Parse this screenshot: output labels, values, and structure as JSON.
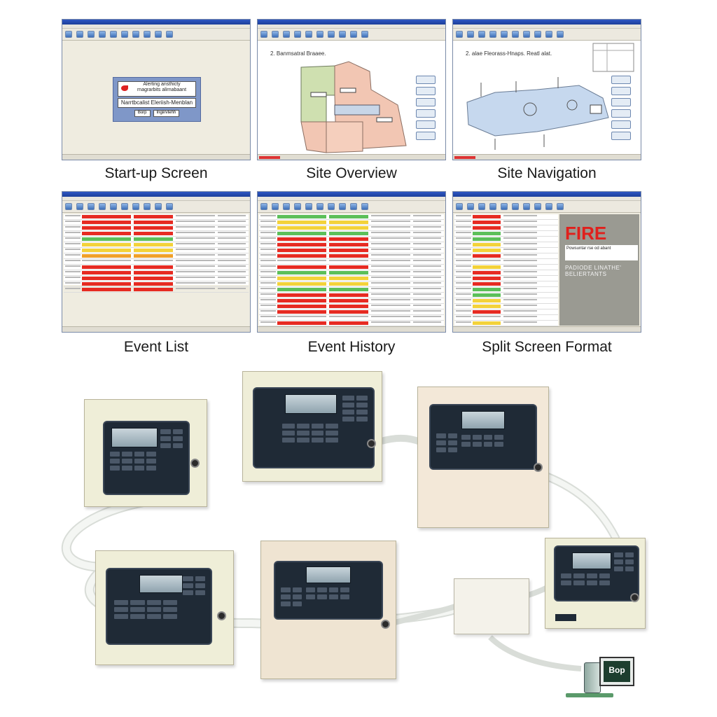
{
  "screens": [
    {
      "key": "startup",
      "caption": "Start-up Screen",
      "dialog_title": "Alerting ansthicty",
      "dialog_subtitle": "rnagrarbits alirnabaant",
      "dialog_main": "Narrtbcalist Eleriish-Menblan",
      "dialog_buttons": [
        "Borp",
        "Ingiirvtehh"
      ]
    },
    {
      "key": "overview",
      "caption": "Site Overview",
      "map_title": "2. Banmsatral Braaee."
    },
    {
      "key": "navigation",
      "caption": "Site Navigation",
      "map_title": "2. alae Fleorass-Hnaps. Reatl alat."
    },
    {
      "key": "events",
      "caption": "Event List"
    },
    {
      "key": "history",
      "caption": "Event History"
    },
    {
      "key": "split",
      "caption": "Split Screen Format",
      "fire_text": "FIRE",
      "fire_detail": "Powsuntar rse od abant",
      "fire_footer": "PADIODE LINATHE' BELIERTANTS"
    }
  ],
  "pc_label": "Bop",
  "colors": {
    "alarm": "#e62b22",
    "warning": "#f3d23a",
    "ok": "#5cbf5a",
    "fault": "#f0a02a",
    "window_title": "#2d57c4"
  },
  "icons": [
    "toolbar-button-icon",
    "shield-logo-icon",
    "network-cable",
    "fire-panel",
    "pc-workstation-icon"
  ]
}
